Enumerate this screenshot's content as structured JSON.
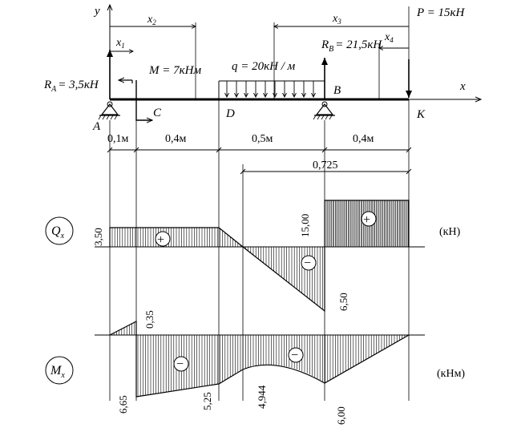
{
  "beam": {
    "axis_y": "y",
    "axis_x": "x",
    "x1": "x",
    "x1_sub": "1",
    "x2": "x",
    "x2_sub": "2",
    "x3": "x",
    "x3_sub": "3",
    "x4": "x",
    "x4_sub": "4",
    "force_P": "P = 15кН",
    "reaction_A_sym": "R",
    "reaction_A_sub": "A",
    "reaction_A_val": "= 3,5кН",
    "reaction_B_sym": "R",
    "reaction_B_sub": "B",
    "reaction_B_val": "= 21,5кН",
    "moment_M": "M = 7кНм",
    "load_q": "q = 20кН / м",
    "point_A": "A",
    "point_B": "B",
    "point_C": "C",
    "point_D": "D",
    "point_K": "K"
  },
  "dimensions": {
    "seg1": "0,1м",
    "seg2": "0,4м",
    "seg3": "0,5м",
    "seg4": "0,4м",
    "span": "0,725"
  },
  "shear": {
    "label_sym": "Q",
    "label_sub": "x",
    "unit": "(кН)",
    "v_left": "3,50",
    "v_B_top": "15,00",
    "v_B_bottom": "6,50",
    "sign_left": "+",
    "sign_mid": "−",
    "sign_right": "+"
  },
  "moment": {
    "label_sym": "M",
    "label_sub": "x",
    "unit": "(кНм)",
    "v_A_top": "0,35",
    "v_A_bottom": "6,65",
    "v_D": "5,25",
    "v_mid": "4,944",
    "v_B": "6,00",
    "sign_left": "−",
    "sign_mid": "−"
  }
}
